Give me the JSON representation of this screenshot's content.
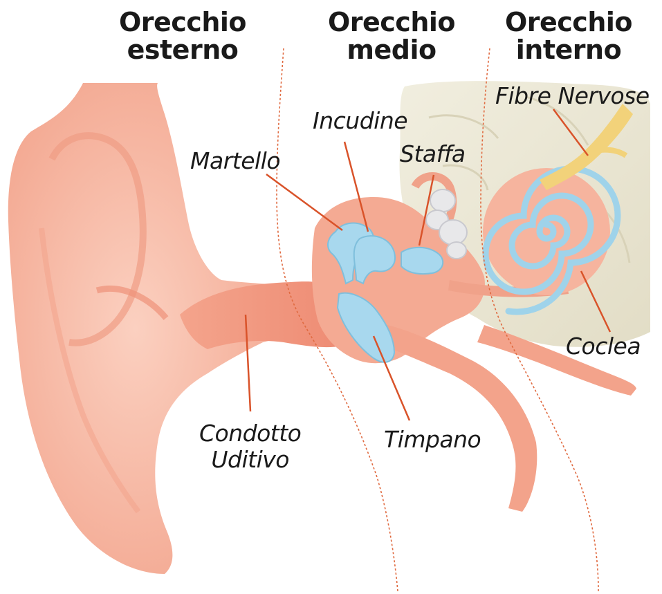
{
  "sections": [
    {
      "line1": "Orecchio",
      "line2": "esterno"
    },
    {
      "line1": "Orecchio",
      "line2": "medio"
    },
    {
      "line1": "Orecchio",
      "line2": "interno"
    }
  ],
  "labels": {
    "fibre_nervose": "Fibre Nervose",
    "incudine": "Incudine",
    "staffa": "Staffa",
    "martello": "Martello",
    "coclea": "Coclea",
    "condotto_line1": "Condotto",
    "condotto_line2": "Uditivo",
    "timpano": "Timpano"
  },
  "colors": {
    "skin": "#f6b7a3",
    "skin_dark": "#ec8f77",
    "ossicles": "#a8d8ee",
    "leader": "#d9532a",
    "divider": "#e06a40",
    "bone": "#ece8d6"
  }
}
